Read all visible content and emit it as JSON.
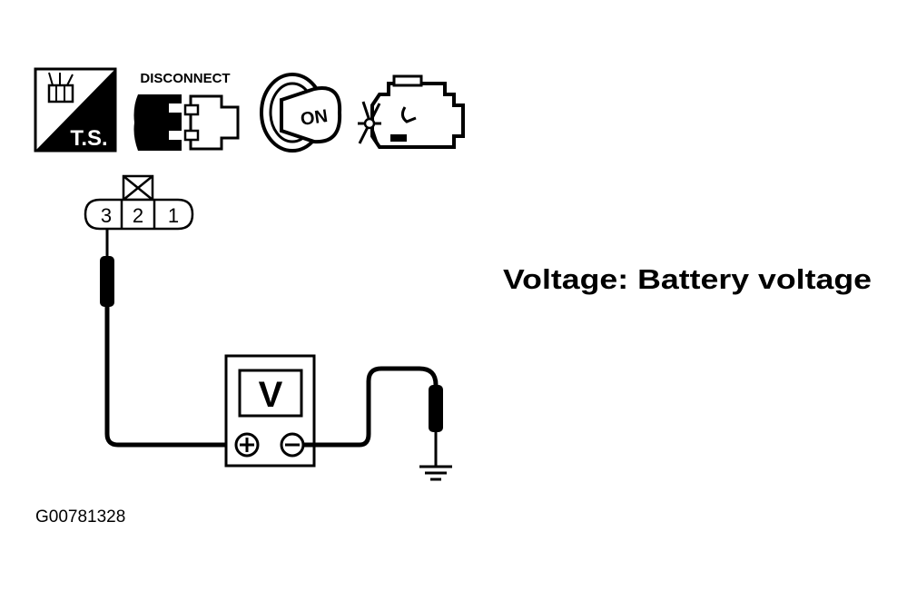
{
  "icons": {
    "ts_label": "T.S.",
    "disconnect_label": "DISCONNECT",
    "ignition_label": "ON"
  },
  "connector": {
    "pins": [
      "3",
      "2",
      "1"
    ]
  },
  "meter": {
    "symbol": "V",
    "plus": "+",
    "minus": "−"
  },
  "spec_text": "Voltage: Battery voltage",
  "figure_id": "G00781328"
}
